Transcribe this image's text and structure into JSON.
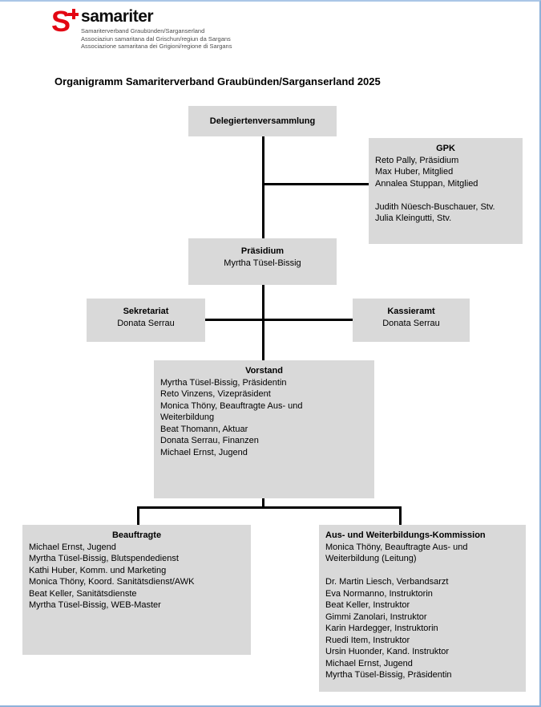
{
  "logo": {
    "mark": "S",
    "brand": "samariter",
    "sub_lines": [
      "Samariterverband Graubünden/Sarganserland",
      "Associaziun samaritana dal Grischun/regiun da Sargans",
      "Associazione samaritana dei Grigioni/regione di Sargans"
    ],
    "accent_color": "#e30613"
  },
  "title": "Organigramm Samariterverband Graubünden/Sarganserland 2025",
  "org_chart": {
    "box_fill": "#d9d9d9",
    "connector_color": "#000000",
    "nodes": {
      "delegiertenversammlung": {
        "title": "Delegiertenversammlung",
        "lines": []
      },
      "gpk": {
        "title": "GPK",
        "lines": [
          "Reto Pally, Präsidium",
          "Max Huber, Mitglied",
          "Annalea Stuppan, Mitglied",
          "",
          "Judith Nüesch-Buschauer, Stv.",
          "Julia Kleingutti, Stv."
        ]
      },
      "praesidium": {
        "title": "Präsidium",
        "lines": [
          "Myrtha Tüsel-Bissig"
        ]
      },
      "sekretariat": {
        "title": "Sekretariat",
        "lines": [
          "Donata Serrau"
        ]
      },
      "kassieramt": {
        "title": "Kassieramt",
        "lines": [
          "Donata Serrau"
        ]
      },
      "vorstand": {
        "title": "Vorstand",
        "lines": [
          "Myrtha Tüsel-Bissig, Präsidentin",
          "Reto Vinzens, Vizepräsident",
          "Monica Thöny, Beauftragte Aus- und",
          "Weiterbildung",
          "Beat Thomann, Aktuar",
          "Donata Serrau, Finanzen",
          "Michael Ernst, Jugend"
        ]
      },
      "beauftragte": {
        "title": "Beauftragte",
        "lines": [
          "Michael Ernst, Jugend",
          "Myrtha Tüsel-Bissig, Blutspendedienst",
          "Kathi Huber, Komm. und Marketing",
          "Monica Thöny, Koord. Sanitätsdienst/AWK",
          "Beat Keller, Sanitätsdienste",
          "Myrtha Tüsel-Bissig, WEB-Master"
        ]
      },
      "aus_weiterbildung": {
        "title": "Aus- und Weiterbildungs-Kommission",
        "lines": [
          "Monica Thöny, Beauftragte Aus- und",
          "Weiterbildung (Leitung)",
          "",
          "Dr. Martin Liesch, Verbandsarzt",
          "Eva Normanno, Instruktorin",
          "Beat Keller, Instruktor",
          "Gimmi Zanolari, Instruktor",
          "Karin Hardegger, Instruktorin",
          "Ruedi Item, Instruktor",
          "Ursin Huonder, Kand. Instruktor",
          "Michael Ernst, Jugend",
          "Myrtha Tüsel-Bissig, Präsidentin"
        ]
      }
    },
    "edges": [
      [
        "delegiertenversammlung",
        "gpk"
      ],
      [
        "delegiertenversammlung",
        "praesidium"
      ],
      [
        "praesidium",
        "sekretariat"
      ],
      [
        "praesidium",
        "kassieramt"
      ],
      [
        "praesidium",
        "vorstand"
      ],
      [
        "vorstand",
        "beauftragte"
      ],
      [
        "vorstand",
        "aus_weiterbildung"
      ]
    ]
  }
}
